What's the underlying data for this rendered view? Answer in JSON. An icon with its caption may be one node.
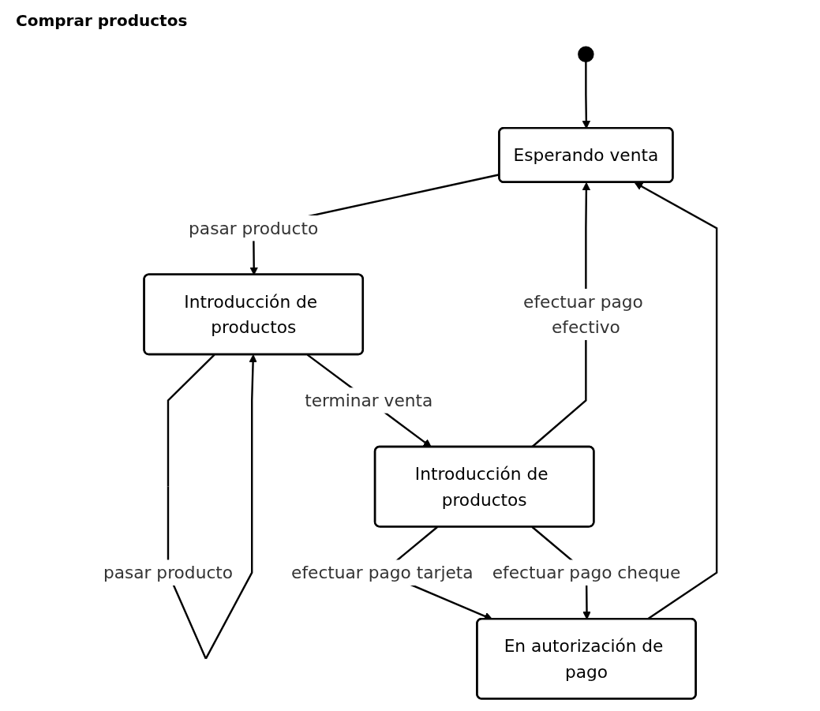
{
  "diagram": {
    "title": "Comprar productos",
    "nodes": [
      {
        "text": [],
        "shape": "circle"
      },
      {
        "text": [
          "Esperando venta"
        ]
      },
      {
        "text": [
          "Introducción de productos"
        ]
      },
      {
        "text": [
          "Introducción de productos"
        ]
      },
      {
        "text": [
          "En autorización de pago"
        ]
      }
    ],
    "edges": [
      {
        "from": 0,
        "to": 1,
        "arrow": "to"
      },
      {
        "from": 1,
        "to": 2,
        "arrow": "to",
        "label": "pasar producto"
      },
      {
        "from": 2,
        "to": 2,
        "arrow": "to",
        "label": "pasar producto"
      },
      {
        "from": 2,
        "to": 3,
        "arrow": "to",
        "label": "terminar venta"
      },
      {
        "from": 3,
        "to": 1,
        "arrow": "to",
        "label": "efectuar pago efectivo"
      },
      {
        "from": 3,
        "to": 4,
        "arrow": "to",
        "label": "efectuar pago tarjeta"
      },
      {
        "from": 3,
        "to": 4,
        "arrow": "to",
        "label": "efectuar pago cheque"
      },
      {
        "from": 4,
        "to": 1,
        "arrow": "to"
      }
    ]
  }
}
